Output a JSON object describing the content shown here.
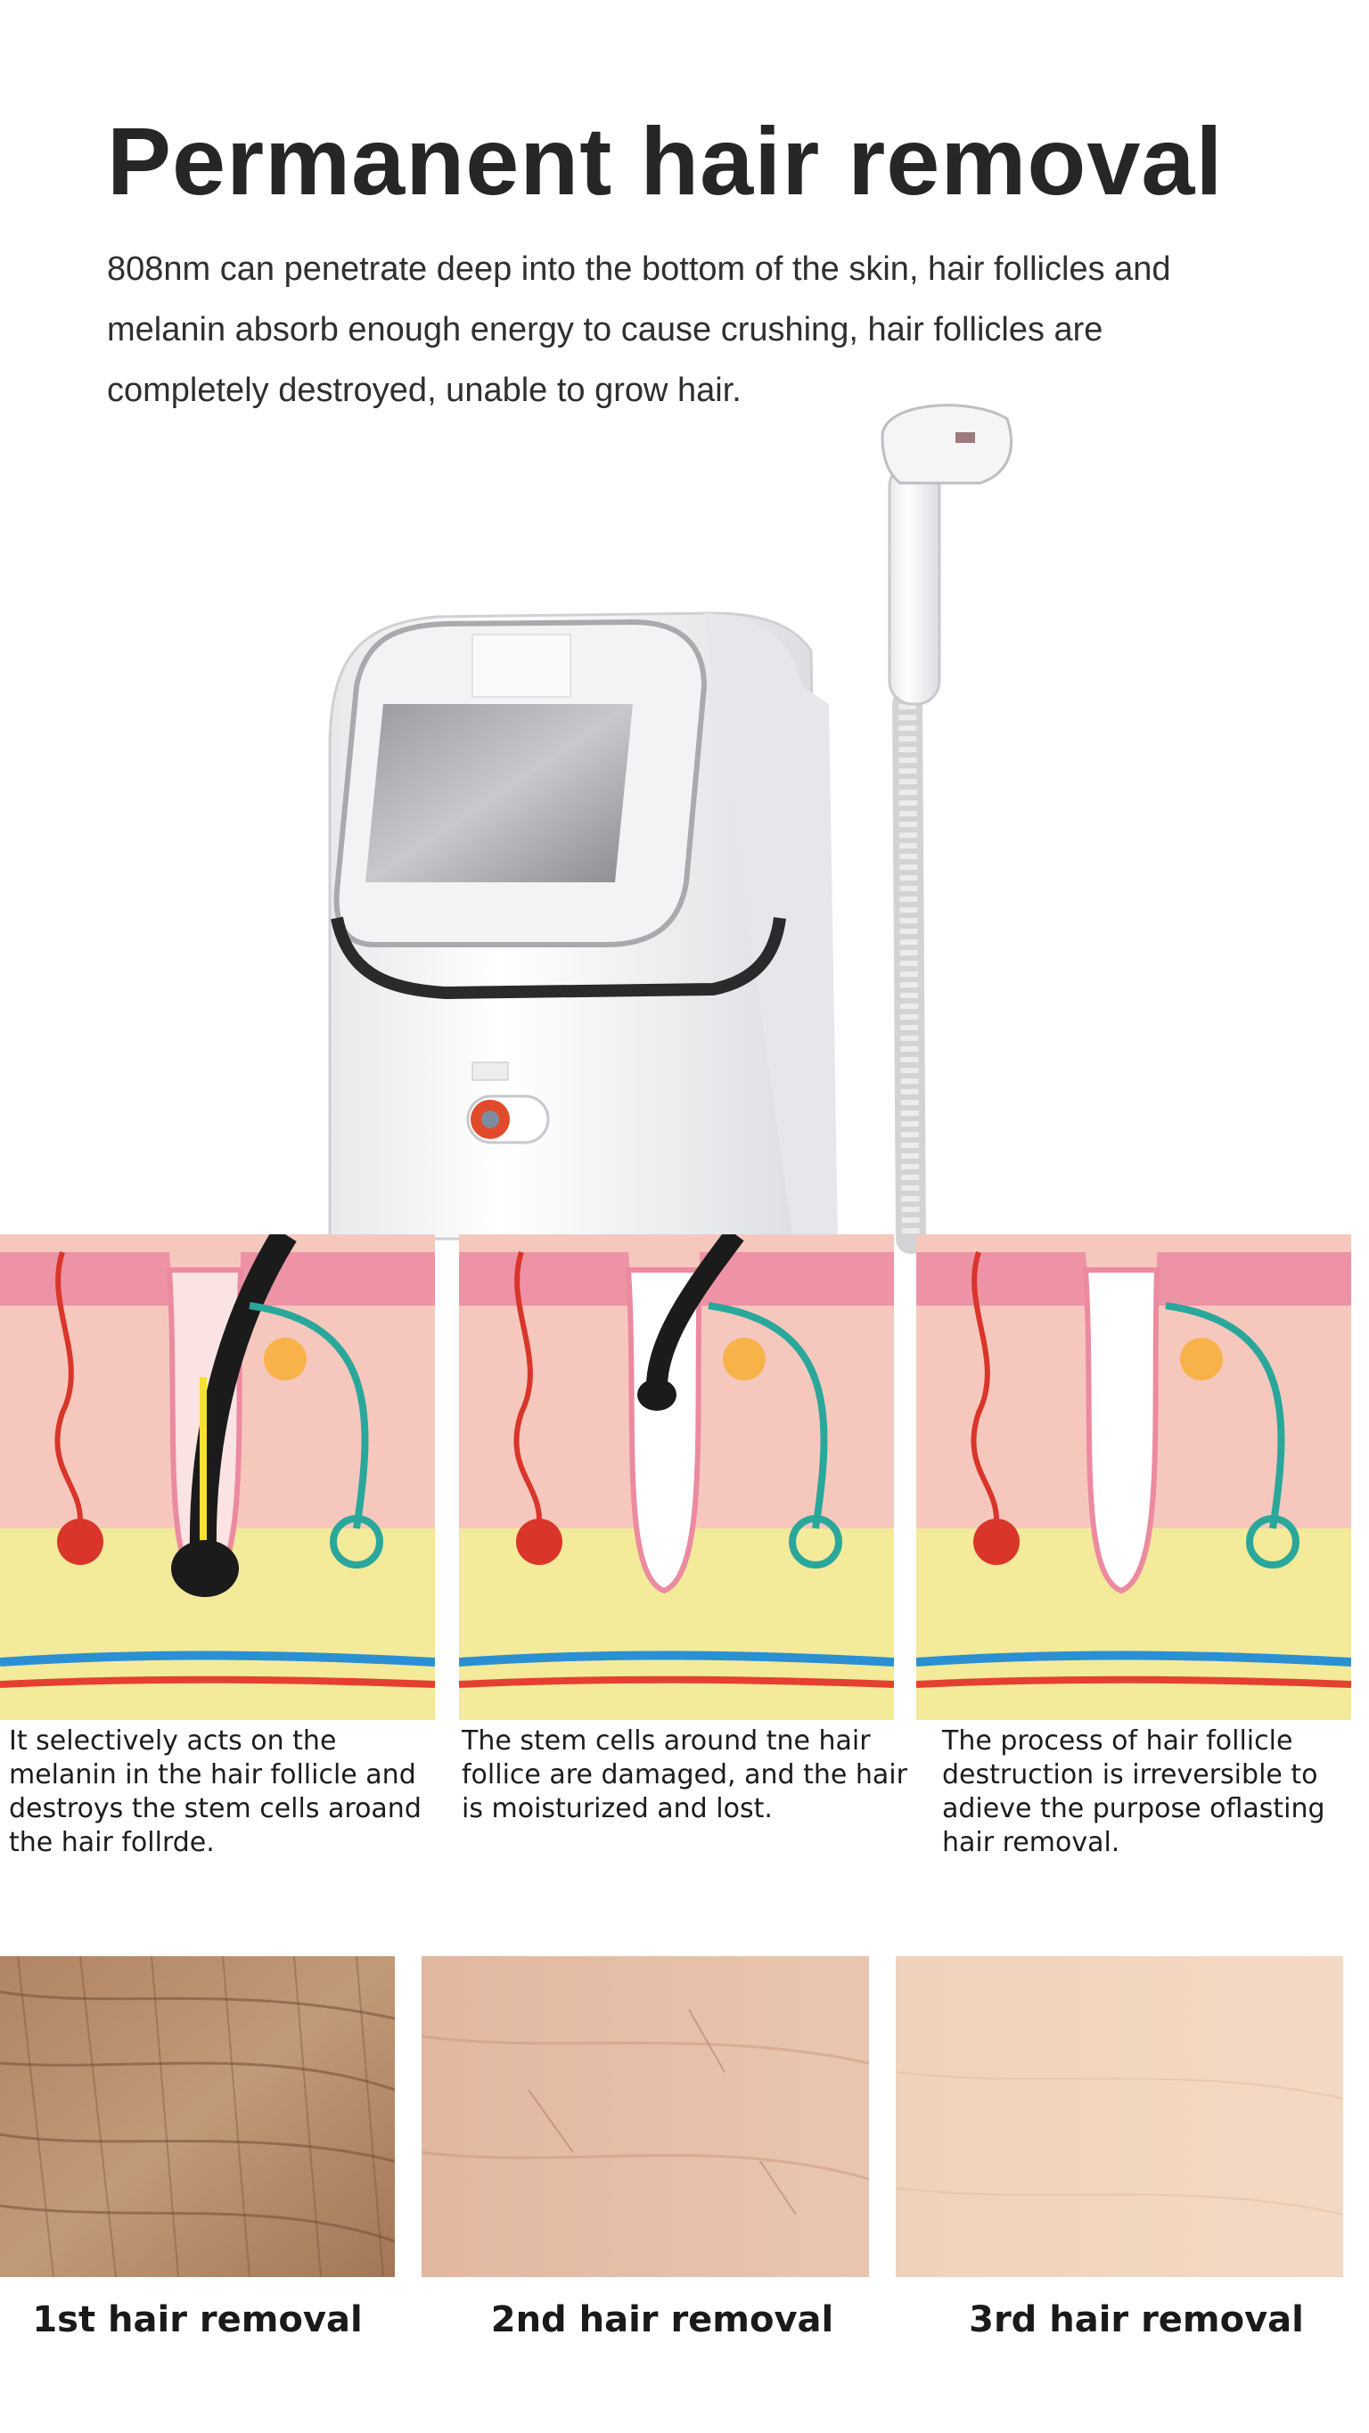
{
  "header": {
    "title": "Permanent hair removal",
    "intro": "808nm can penetrate deep into the bottom of the skin, hair follicles and melanin absorb enough energy to cause crushing, hair follicles are completely destroyed, unable to grow hair."
  },
  "stages": [
    {
      "caption": "It selectively acts on the melanin in the hair follicle and destroys the stem cells aroand the hair follrde."
    },
    {
      "caption": "The stem cells around tne hair follice are damaged, and the hair is moisturized and lost."
    },
    {
      "caption": "The process of hair follicle destruction is irreversible to adieve the purpose oflasting hair removal."
    }
  ],
  "results": [
    {
      "label": "1st hair removal"
    },
    {
      "label": "2nd hair removal"
    },
    {
      "label": "3rd hair removal"
    }
  ],
  "colors": {
    "skin": "#f6c8bd",
    "epidermis": "#ee93a6",
    "fat": "#f3ea9a",
    "artery": "#e4402f",
    "vein": "#2b8fd4",
    "nerve": "#2aa79b"
  }
}
